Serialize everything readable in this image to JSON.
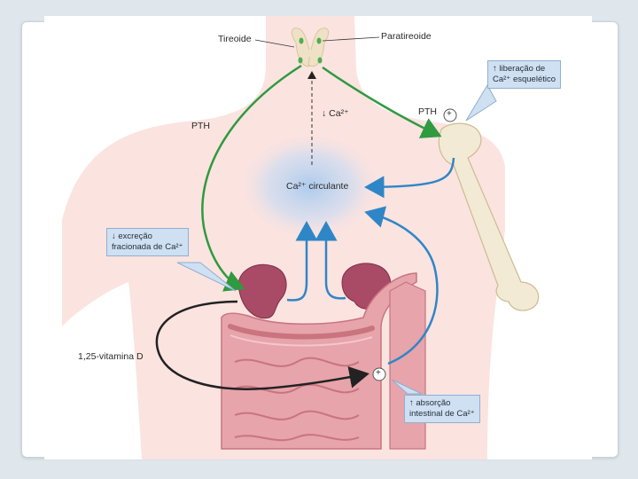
{
  "labels": {
    "thyroid": "Tireoide",
    "parathyroid": "Paratireoide",
    "pth_left": "PTH",
    "pth_right": "PTH",
    "ca_decrease": "↓ Ca²⁺",
    "circulating_ca": "Ca²⁺ circulante",
    "vitamin_d": "1,25-vitamina D",
    "plus_bone": "+",
    "plus_gut": "+"
  },
  "callouts": {
    "bone_release": {
      "line1": "↑ liberação de",
      "line2": "Ca²⁺ esquelético"
    },
    "renal_excretion": {
      "line1": "↓ excreção",
      "line2": "fracionada de Ca²⁺"
    },
    "intestinal_absorption": {
      "line1": "↑ absorção",
      "line2": "intestinal de Ca²⁺"
    }
  },
  "colors": {
    "pth_arrow": "#2f9a3f",
    "calcium_arrow": "#2f86c6",
    "vitamin_d_arrow": "#222222",
    "callout_fill": "#cfe0f2",
    "body_fill": "#fbe3e0",
    "kidney": "#a94a66",
    "intestine": "#e7a4ab",
    "bone": "#f3ead5"
  }
}
